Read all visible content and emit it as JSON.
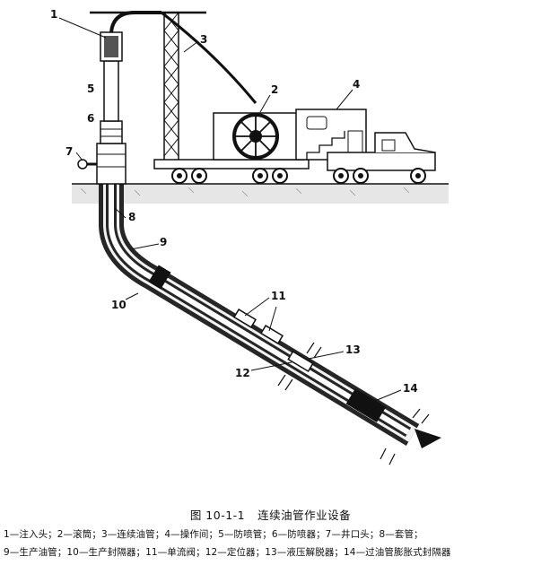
{
  "figure": {
    "number": "图 10-1-1",
    "title": "连续油管作业设备"
  },
  "callouts": [
    "1",
    "2",
    "3",
    "4",
    "5",
    "6",
    "7",
    "8",
    "9",
    "10",
    "11",
    "12",
    "13",
    "14"
  ],
  "legend": {
    "line1": "1—注入头；2—滚筒；3—连续油管；4—操作间；5—防喷管；6—防喷器；7—井口头；8—套管；",
    "line2": "9—生产油管；10—生产封隔器；11—单流阀；12—定位器；13—液压解脱器；14—过油管膨胀式封隔器"
  },
  "colors": {
    "ink": "#111111",
    "ground": "#e6e6e6",
    "casing": "#262626",
    "tubing": "#ffffff"
  }
}
